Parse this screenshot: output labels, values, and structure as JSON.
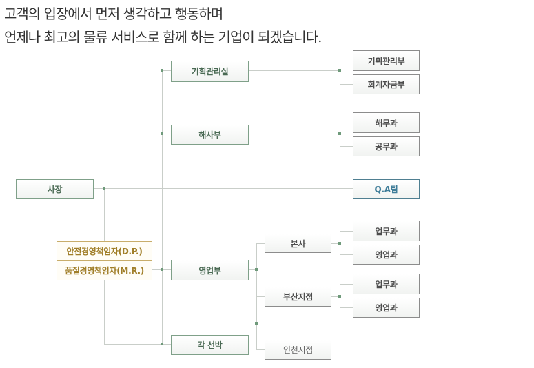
{
  "heading": {
    "line1": "고객의 입장에서 먼저 생각하고 행동하며",
    "line2": "언제나 최고의 물류 서비스로 함께 하는 기업이 되겠습니다."
  },
  "org": {
    "ceo": "사장",
    "planning": "기획관리실",
    "planning_teams": [
      "기획관리부",
      "회계자금부"
    ],
    "shipping": "해사부",
    "shipping_teams": [
      "해무과",
      "공무과"
    ],
    "qa_team": "Q.A팀",
    "safety_officer": "안전경영책임자(D.P.)",
    "quality_officer": "품질경영책임자(M.R.)",
    "sales": "영업부",
    "head_office": "본사",
    "head_office_teams": [
      "업무과",
      "영업과"
    ],
    "busan_branch": "부산지점",
    "busan_teams": [
      "업무과",
      "영업과"
    ],
    "incheon_branch": "인천지점",
    "vessels": "각 선박"
  }
}
